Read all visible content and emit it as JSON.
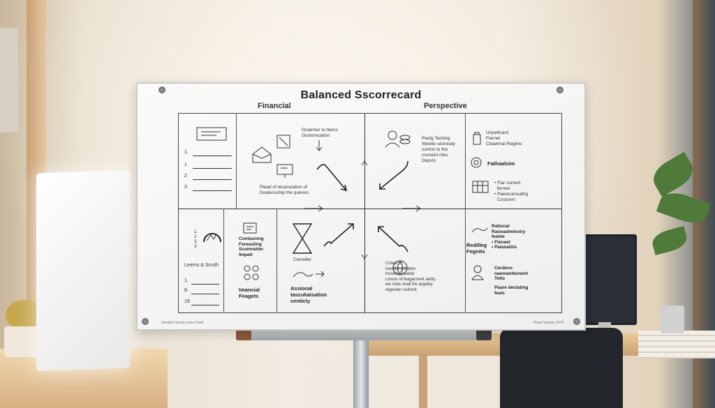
{
  "board": {
    "title": "Balanced Sscorrecard",
    "left_header": "Financial",
    "right_header": "Perspective",
    "top_left": {
      "numbers": [
        "1.",
        "1",
        "2",
        "3"
      ]
    },
    "top_center": {
      "text_a": "Gcaemer to ttems\nGustomcation",
      "text_b": "Plead of tecanulation of\nDoaterscihip the quenes"
    },
    "top_right_a": {
      "text": "Paelg Tecking\nWewte seoneaty\ncontris to the\nconnent ntes\nDepsts"
    },
    "top_right_b": {
      "item1": "Urrpetlcard\nFlarnet\nCtiaetrnal Regiins",
      "item2": "Fathaalsim",
      "item3": "• Flar current\n  ferreel\n• Paerecenuathg\n  Costonm"
    },
    "bottom_left": {
      "numbers": [
        "1",
        "2",
        "3",
        "3"
      ],
      "label": "Leerns & Srruth",
      "list": [
        "1.",
        "8.",
        "19"
      ]
    },
    "bottom_center": {
      "item1": "Contasning\nFereasting\nScemnetter\nImpatt",
      "item2": "Imancial\nFeagets",
      "item3": "Cemeller",
      "item4": "Assional\ntascukaisation\ncenticty"
    },
    "bottom_right": {
      "text": "Cclect of\ntneefee poektire\nhoswtes ceatial\nLinoos of feagecnent aetity\nwe ciote onall ths argatiry\nregeviter cutnent.",
      "item1": "Rational\nRasoaatmlestry\nfeeble\n• Fleneet\n• Palanatiiis",
      "item2": "Redilleg\nFegnits",
      "item3": "Cerdens\nnaemanttement\nTetts",
      "item4": "Paare dectating\nfeals"
    },
    "footer_left": "Sandtial tiasstis ones Dantl",
    "footer_right": "Plead Sasotie 1979"
  },
  "colors": {
    "board": "#f7f7f6",
    "ink": "#2b2b2b",
    "wall": "#efe7db"
  }
}
